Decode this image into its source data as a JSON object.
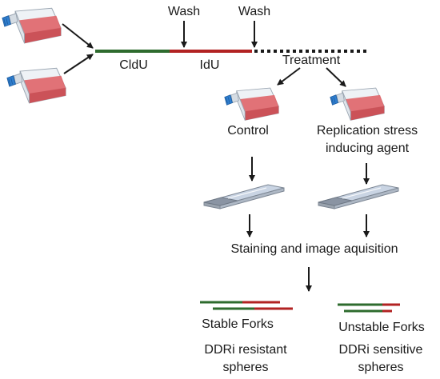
{
  "labels": {
    "wash_1": "Wash",
    "wash_2": "Wash",
    "cldu": "CldU",
    "idu": "IdU",
    "treatment": "Treatment",
    "control": "Control",
    "stress_line1": "Replication stress",
    "stress_line2": "inducing agent",
    "staining": "Staining and image aquisition",
    "stable_forks": "Stable Forks",
    "unstable_forks": "Unstable Forks",
    "resistant_line1": "DDRi resistant",
    "resistant_line2": "spheres",
    "sensitive_line1": "DDRi sensitive",
    "sensitive_line2": "spheres"
  },
  "colors": {
    "cldu_green": "#2e6b2e",
    "idu_red": "#b22222",
    "flask_medium": "#e0676b",
    "flask_cap": "#2f7fd0",
    "slide_glass": "#c9d4e3",
    "slide_frost": "#8a94a3",
    "arrow": "#1a1a1a"
  },
  "icons": {
    "cell_flask": "cell-culture-flask-icon",
    "slide": "microscope-slide-icon",
    "arrow": "arrow-icon"
  }
}
